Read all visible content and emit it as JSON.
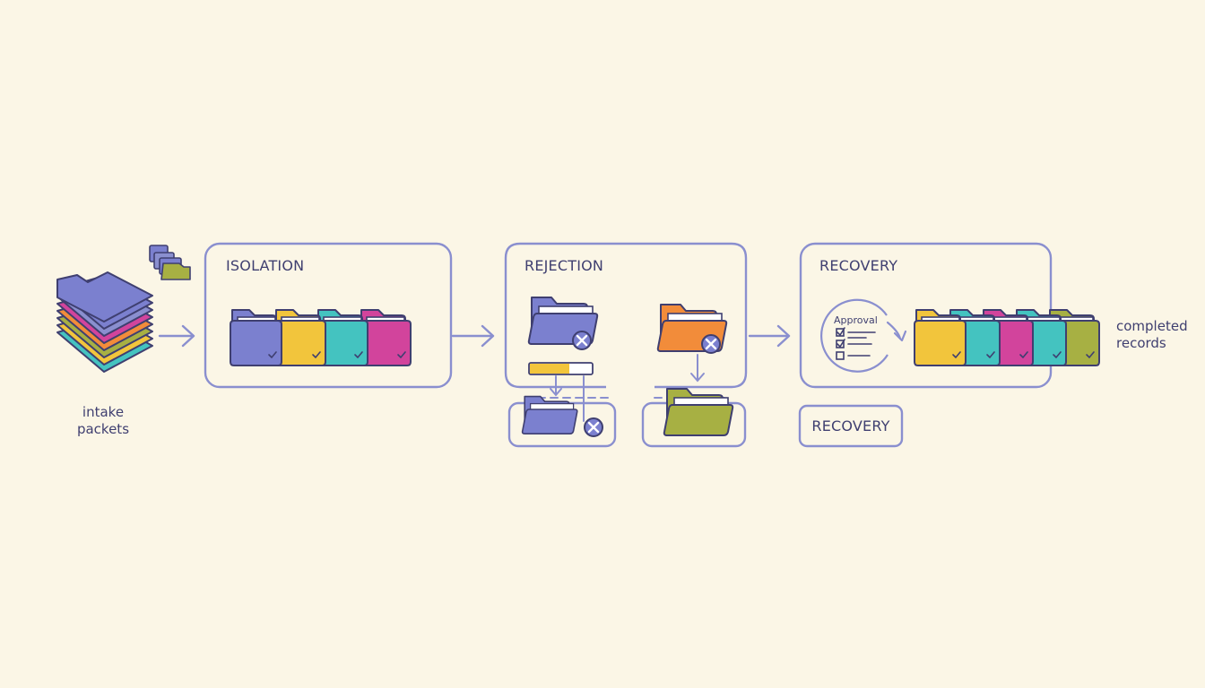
{
  "colors": {
    "background": "#fbf6e6",
    "outline": "#8a8fcf",
    "ink": "#3f3f70",
    "purple": "#7b80cf",
    "yellow": "#f2c53c",
    "teal": "#44c3c0",
    "magenta": "#d2449c",
    "orange": "#f28c3a",
    "olive": "#a7b043"
  },
  "intake": {
    "label_line1": "intake",
    "label_line2": "packets",
    "icon": "stacked-packets-icon"
  },
  "stages": {
    "isolation": {
      "title": "ISOLATION",
      "icon": "folder-icon"
    },
    "rejection": {
      "title": "REJECTION",
      "icon": "folder-reject-icon"
    },
    "recovery": {
      "title": "RECOVERY",
      "icon": "folder-check-icon"
    }
  },
  "recovery_sub": {
    "title": "RECOVERY"
  },
  "approval": {
    "label": "Approval",
    "icon": "checklist-icon"
  },
  "output": {
    "label_line1": "completed",
    "label_line2": "records"
  }
}
